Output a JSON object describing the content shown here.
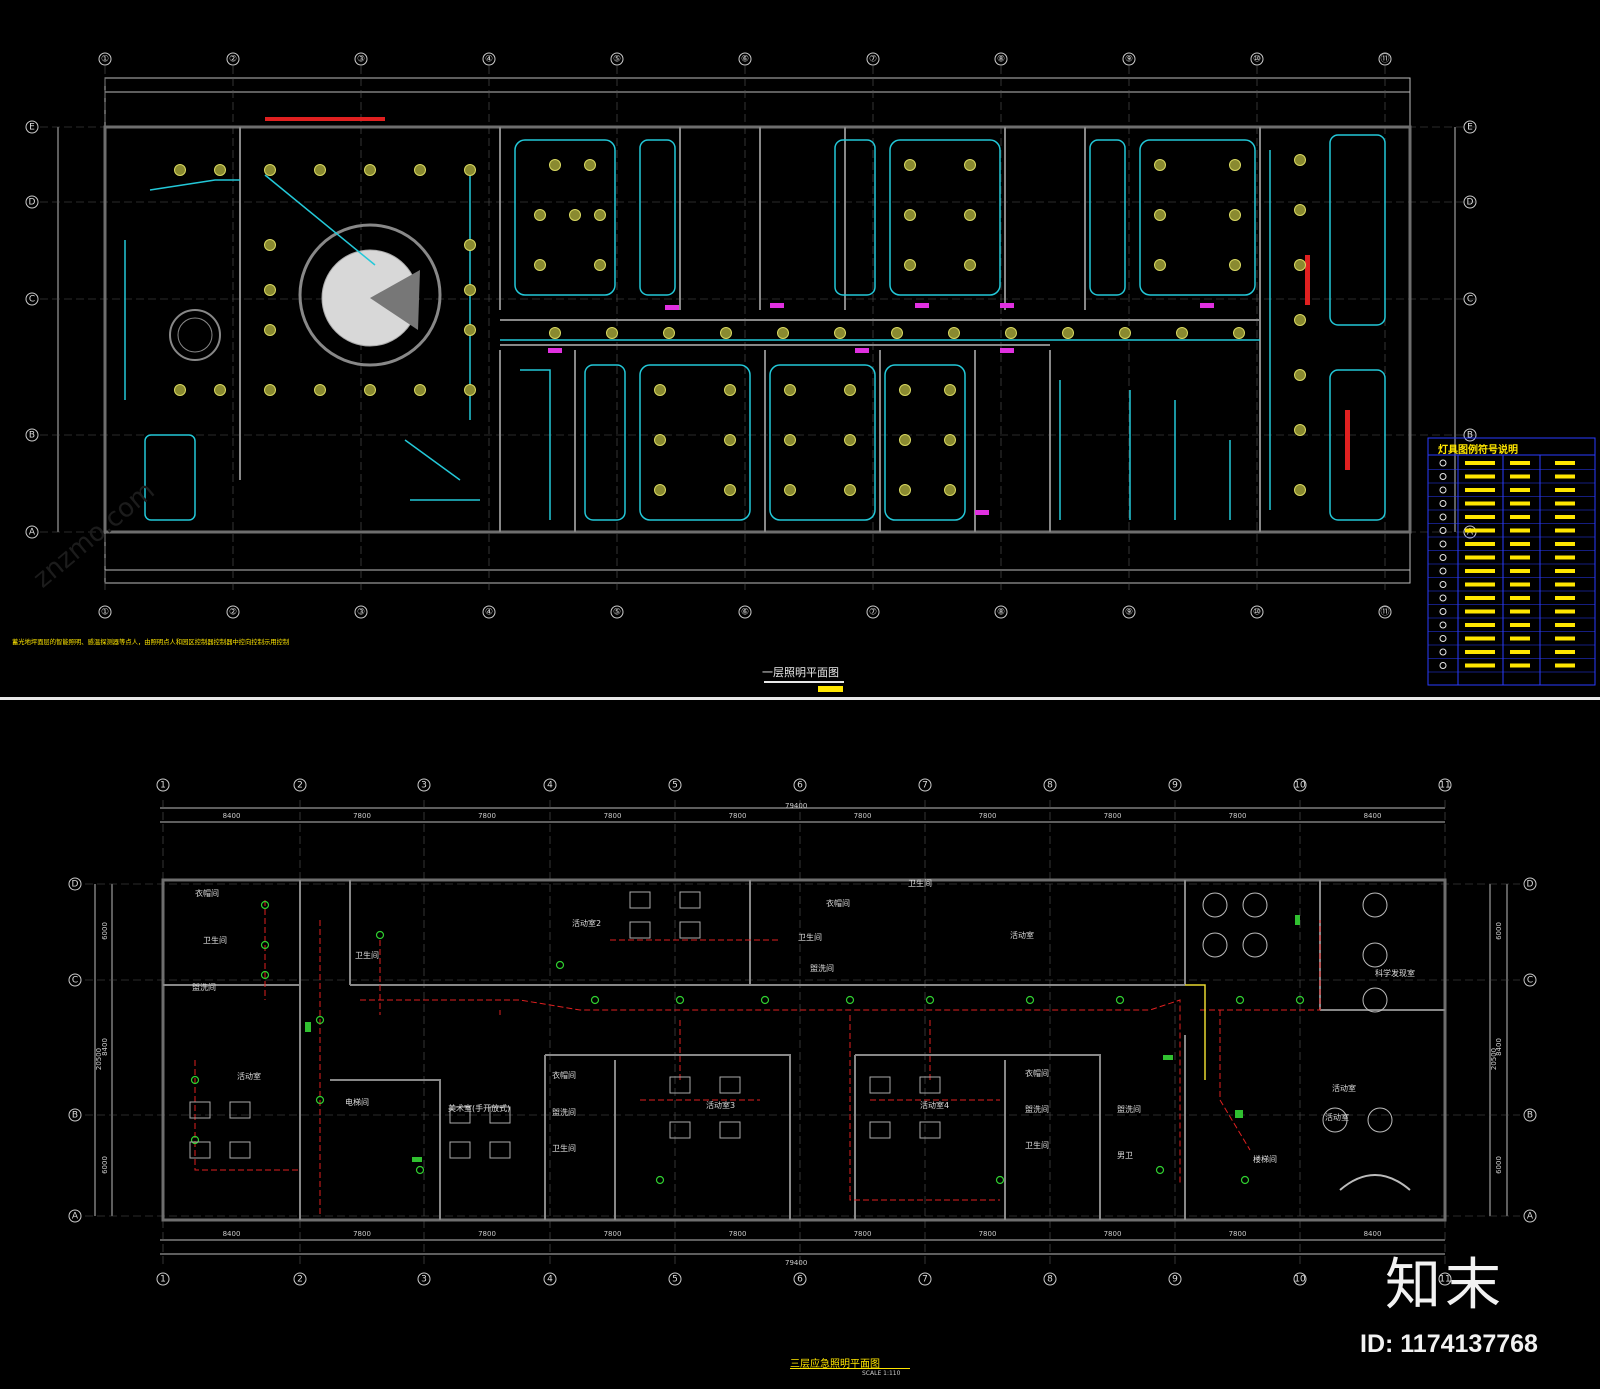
{
  "plan1": {
    "title": "一层照明平面图",
    "note": "蓄光地坪面层的智能照明、感温探测器等点人，由照明点人和园区控制器控制器中控向控制示用控制",
    "grid_cols": [
      "①",
      "②",
      "③",
      "④",
      "⑤",
      "⑥",
      "⑦",
      "⑧",
      "⑨",
      "⑩",
      "⑪"
    ],
    "grid_rows": [
      "E",
      "D",
      "C",
      "B",
      "A"
    ],
    "legend_title": "灯具图例符号说明"
  },
  "plan2": {
    "title": "三层应急照明平面图",
    "scale": "SCALE 1:110",
    "grid_cols": [
      "1",
      "2",
      "3",
      "4",
      "5",
      "6",
      "7",
      "8",
      "9",
      "10",
      "11"
    ],
    "grid_rows": [
      "D",
      "C",
      "B",
      "A"
    ],
    "total_dim": "79400",
    "dims": [
      "8400",
      "7800",
      "7800",
      "7800",
      "7800",
      "7800",
      "7800",
      "7800",
      "7800",
      "8400"
    ],
    "left_dims": [
      "6000",
      "8400",
      "6000"
    ],
    "left_total": "20500",
    "rooms": [
      "衣帽间",
      "卫生间",
      "盥洗间",
      "活动室",
      "卫生间",
      "活动室2",
      "盥洗间",
      "卫生间",
      "衣帽间",
      "活动室",
      "卫生间",
      "科学发现室",
      "活动室",
      "电梯间",
      "美术室(手开放式)",
      "衣帽间",
      "盥洗间",
      "卫生间",
      "活动室3",
      "活动室4",
      "衣帽间",
      "盥洗间",
      "卫生间",
      "盥洗间",
      "男卫",
      "楼梯间",
      "活动室"
    ]
  },
  "watermark": {
    "logo": "知末",
    "id_text": "ID: 1174137768",
    "site": "znzmo.com"
  }
}
